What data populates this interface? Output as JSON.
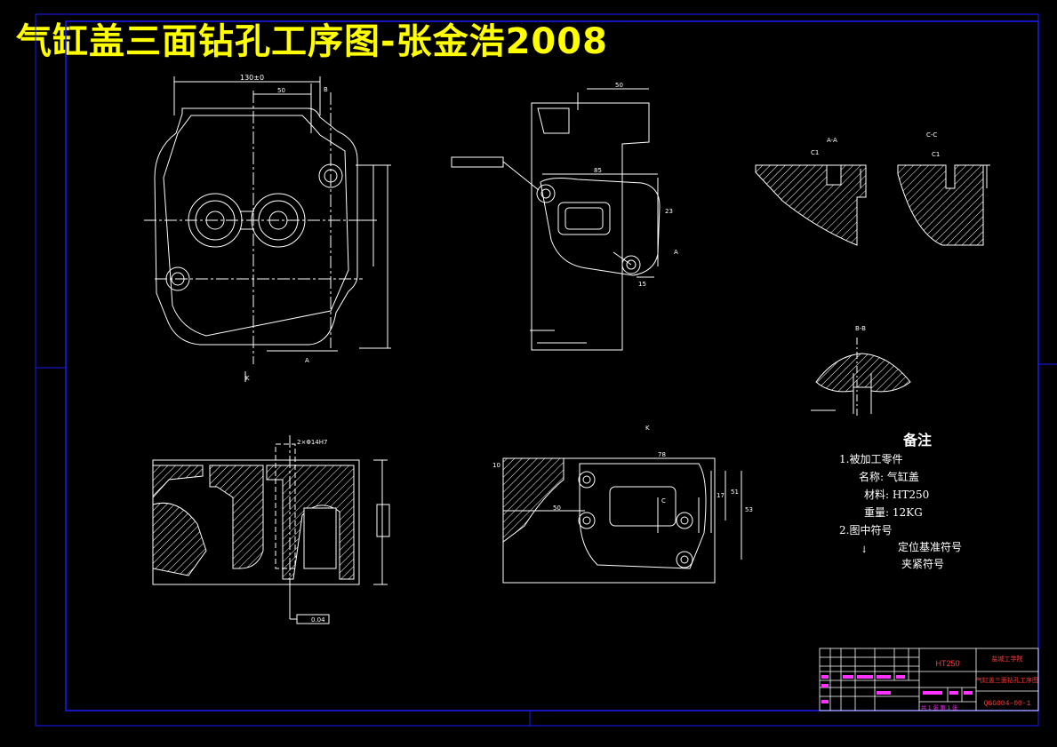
{
  "title": "气缸盖三面钻孔工序图-张金浩2008",
  "views": {
    "top_left": {
      "dim_width": "130±0",
      "dim_50": "50",
      "section_marker": "B",
      "bottom_marker": "A",
      "k_marker": "K"
    },
    "top_mid": {
      "dim_50": "50",
      "dim_85": "85",
      "dim_23": "23",
      "dim_15": "15",
      "ref": "A"
    },
    "sections": {
      "aa": "A-A",
      "cc": "C-C",
      "bb": "B-B",
      "c1": "C1",
      "c1b": "C1"
    },
    "bottom_left": {
      "tol": "0.04",
      "hole_spec": "2×Φ14H7"
    },
    "bottom_mid": {
      "dim_78": "78",
      "dim_50": "50",
      "dim_17": "17",
      "dim_51": "51",
      "dim_53": "53",
      "dim_10": "10",
      "k_marker": "K",
      "c_marker": "C"
    }
  },
  "notes": {
    "heading": "备注",
    "line1": "1.被加工零件",
    "line2": "名称: 气缸盖",
    "line3": "材料: HT250",
    "line4": "重量: 12KG",
    "line5": "2.图中符号",
    "line6": "定位基准符号",
    "line7": "夹紧符号"
  },
  "title_block": {
    "material": "HT250",
    "school": "盐城工学院",
    "drawing_name": "气缸盖三面钻孔工序图",
    "drawing_no": "QGG004-00-1",
    "sheet": "共 1 张 第 1 张"
  },
  "colors": {
    "line": "#ffffff",
    "frame": "#1a1aff",
    "title": "#ffff00",
    "tb_red": "#ff3b3b",
    "tb_cyan": "#00e5ff",
    "tb_magenta": "#ff33ff",
    "background": "#000000"
  }
}
